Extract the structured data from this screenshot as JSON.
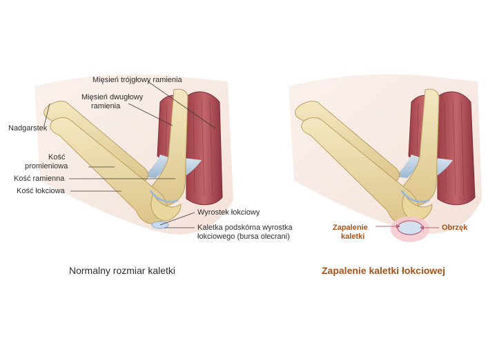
{
  "labels": {
    "triceps": "Mięsień trójgłowy ramienia",
    "biceps_1": "Mięsień dwugłowy",
    "biceps_2": "ramienia",
    "wrist": "Nadgarstek",
    "radius_1": "Kość",
    "radius_2": "promieniowa",
    "humerus": "Kość ramienna",
    "ulna": "Kość łokciowa",
    "olecranon": "Wyrostek łokciowy",
    "bursa_1": "Kaletka podskórna wyrostka",
    "bursa_2": "łokciowego (bursa olecrani)",
    "inflammation_1": "Zapalenie",
    "inflammation_2": "kaletki",
    "swelling": "Obrzęk"
  },
  "captions": {
    "normal": "Normalny rozmiar kaletki",
    "bursitis": "Zapalenie kaletki łokciowej"
  },
  "colors": {
    "accent": "#a0521a",
    "bone": "#ecdcaa",
    "muscle": "#b5525a",
    "tendon": "#a9c4d9",
    "bursa": "#c9d9ee",
    "swelling": "#f3c9cf"
  }
}
